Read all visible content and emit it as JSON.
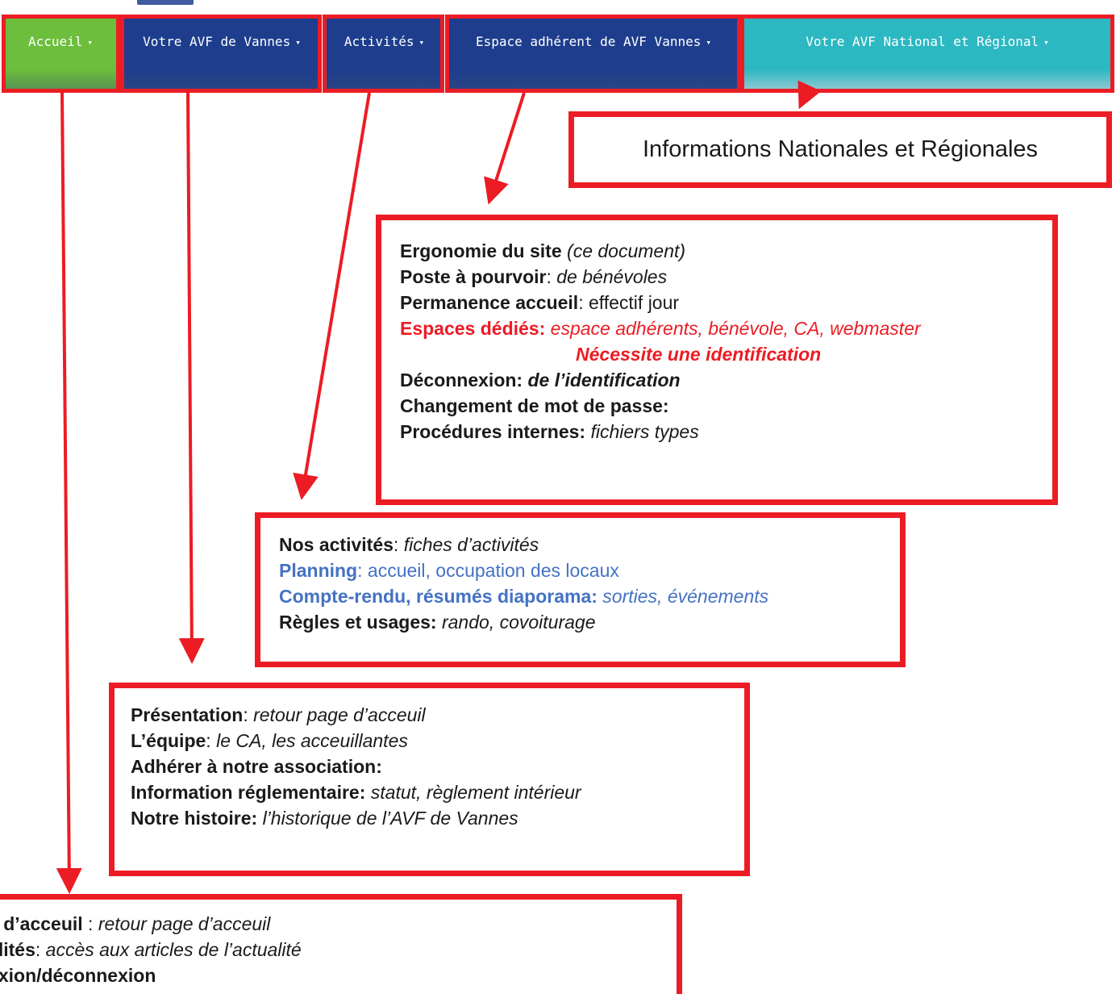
{
  "navbar": {
    "items": [
      {
        "label": "Accueil",
        "caret": "▾"
      },
      {
        "label": "Votre AVF de Vannes",
        "caret": "▾"
      },
      {
        "label": "Activités",
        "caret": "▾"
      },
      {
        "label": "Espace adhérent de AVF Vannes",
        "caret": "▾"
      },
      {
        "label": "Votre AVF National et Régional",
        "caret": "▾"
      }
    ]
  },
  "colors": {
    "accent_red": "#ec1c24",
    "nav_green": "#6cbe3c",
    "nav_blue": "#1e3d8d",
    "nav_teal": "#2cb8c2",
    "link_blue": "#4472c4"
  },
  "boxes": {
    "national": {
      "text": "Informations Nationales et Régionales"
    },
    "espace": {
      "l1_bold": "Ergonomie du site",
      "l1_rest": " (ce document)",
      "l2_bold": "Poste à pourvoir",
      "l2_sep": ": ",
      "l2_rest": "de bénévoles",
      "l3_bold": "Permanence accueil",
      "l3_rest": ": effectif jour",
      "l4_bold": "Espaces dédiés:",
      "l4_rest": " espace adhérents, bénévole, CA, webmaster",
      "l5": "Nécessite une identification",
      "l6_bold": "Déconnexion: ",
      "l6_rest": "de l’identification",
      "l7_bold": "Changement de mot de passe:",
      "l8_bold": "Procédures internes:",
      "l8_rest": " fichiers types"
    },
    "activites": {
      "l1_bold": "Nos activités",
      "l1_sep": ": ",
      "l1_rest": "fiches d’activités",
      "l2_bold": "Planning",
      "l2_rest": ": accueil, occupation des locaux",
      "l3_bold": "Compte-rendu, résumés diaporama:",
      "l3_rest": " sorties, événements",
      "l4_bold": "Règles et usages:",
      "l4_rest": " rando, covoiturage"
    },
    "vannes": {
      "l1_bold": "Présentation",
      "l1_sep": ": ",
      "l1_rest": "retour page d’acceuil",
      "l2_bold": "L’équipe",
      "l2_sep": ": ",
      "l2_rest": "le CA, les acceuillantes",
      "l3_bold": "Adhérer à notre association:",
      "l4_bold": "Information réglementaire:",
      "l4_rest": " statut, règlement intérieur",
      "l5_bold": "Notre histoire:",
      "l5_rest": " l’historique de l’AVF de Vannes"
    },
    "accueil": {
      "l1_bold": "ge d’acceuil",
      "l1_sep": " : ",
      "l1_rest": "retour page d’acceuil",
      "l2_bold": "ualités",
      "l2_sep": ": ",
      "l2_rest": "accès aux articles de l’actualité",
      "l3_bold": "nexion/déconnexion"
    }
  }
}
